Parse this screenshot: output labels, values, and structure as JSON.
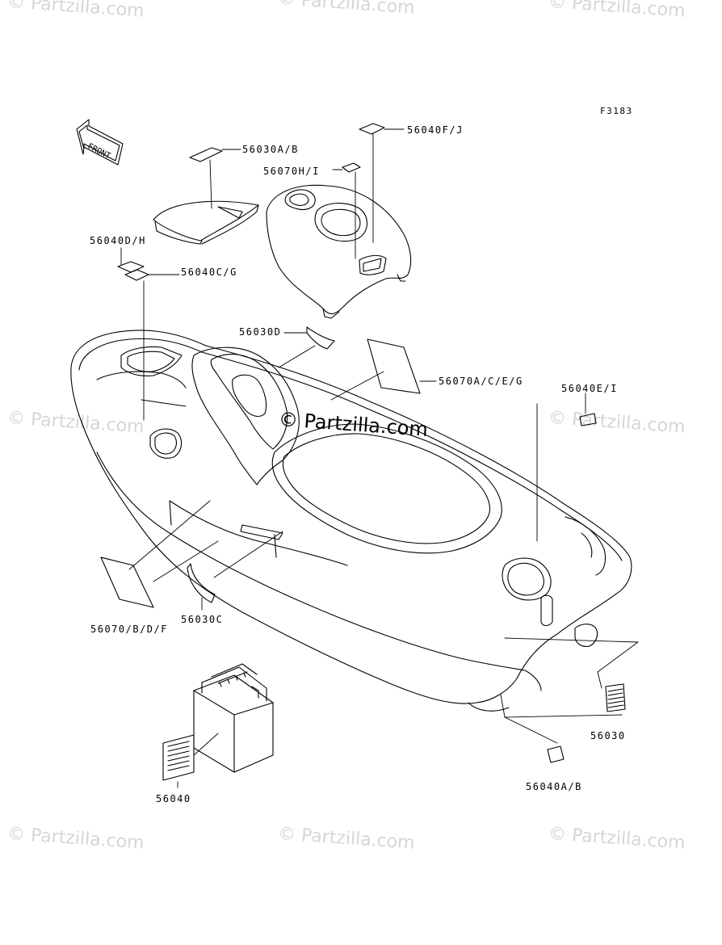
{
  "diagram": {
    "code": "F3183",
    "front_arrow_text": "FRONT",
    "center_watermark": "© Partzilla.com",
    "watermark": "© Partzilla.com",
    "labels": {
      "l_56040FJ": "56040F/J",
      "l_56030AB": "56030A/B",
      "l_56070HI": "56070H/I",
      "l_56040DH": "56040D/H",
      "l_56040CG": "56040C/G",
      "l_56030D": "56030D",
      "l_56070ACEG": "56070A/C/E/G",
      "l_56040EI": "56040E/I",
      "l_56070BDF": "56070/B/D/F",
      "l_56030C": "56030C",
      "l_56030": "56030",
      "l_56040": "56040",
      "l_56040AB": "56040A/B"
    }
  }
}
